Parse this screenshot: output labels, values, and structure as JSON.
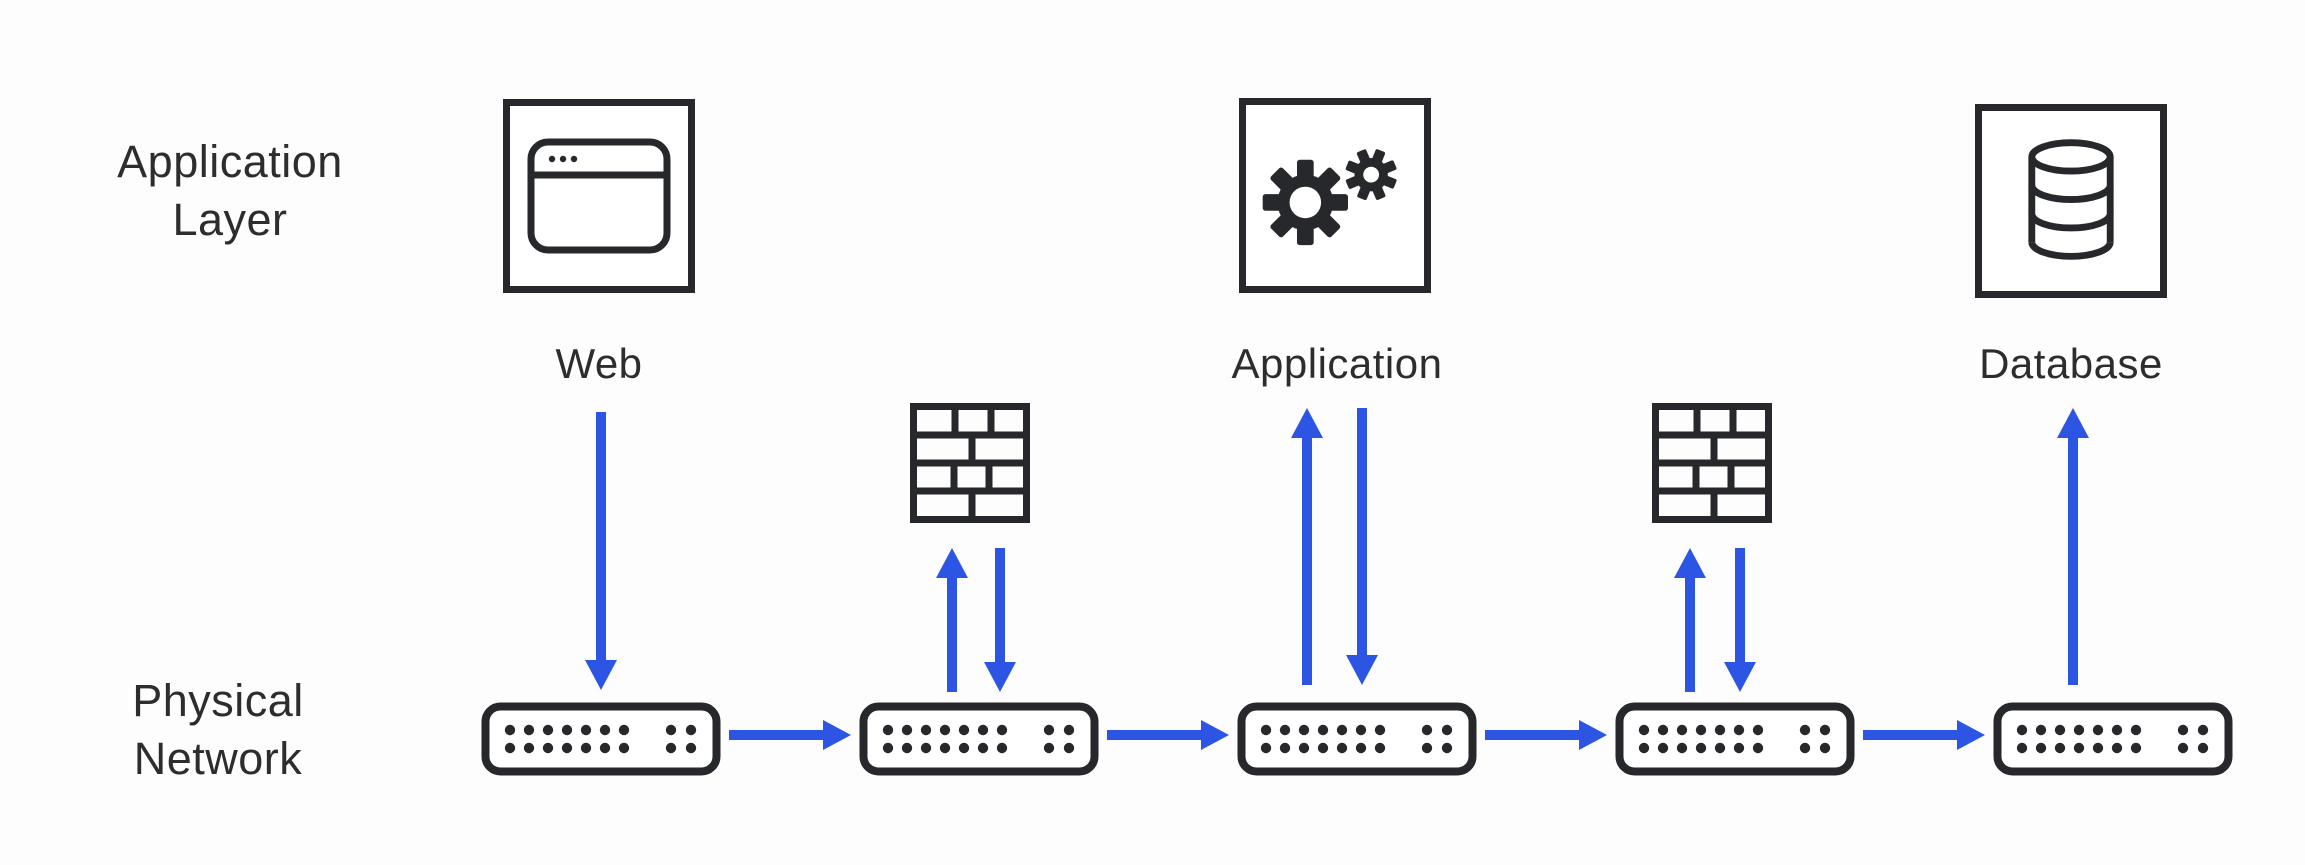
{
  "colors": {
    "background": "#fdfdfd",
    "ink": "#26282b",
    "text": "#2d2d2d",
    "arrow": "#2d55e4"
  },
  "layers": {
    "application_layer_label": "Application\nLayer",
    "physical_network_label": "Physical\nNetwork"
  },
  "application_nodes": [
    {
      "label": "Web",
      "icon": "browser-window-icon"
    },
    {
      "label": "Application",
      "icon": "gears-icon"
    },
    {
      "label": "Database",
      "icon": "database-icon"
    }
  ],
  "physical_network": {
    "switches": [
      {
        "icon": "network-switch-icon"
      },
      {
        "icon": "network-switch-icon"
      },
      {
        "icon": "network-switch-icon"
      },
      {
        "icon": "network-switch-icon"
      },
      {
        "icon": "network-switch-icon"
      }
    ],
    "firewalls": [
      {
        "icon": "firewall-icon"
      },
      {
        "icon": "firewall-icon"
      }
    ]
  },
  "flows": [
    {
      "from": "Web",
      "to": "Switch 1",
      "direction": "down"
    },
    {
      "from": "Switch 1",
      "to": "Switch 2",
      "direction": "right"
    },
    {
      "from": "Switch 2",
      "to": "Firewall 1",
      "direction": "up"
    },
    {
      "from": "Firewall 1",
      "to": "Switch 2",
      "direction": "down"
    },
    {
      "from": "Switch 2",
      "to": "Switch 3",
      "direction": "right"
    },
    {
      "from": "Switch 3",
      "to": "Application",
      "direction": "up"
    },
    {
      "from": "Application",
      "to": "Switch 3",
      "direction": "down"
    },
    {
      "from": "Switch 3",
      "to": "Switch 4",
      "direction": "right"
    },
    {
      "from": "Switch 4",
      "to": "Firewall 2",
      "direction": "up"
    },
    {
      "from": "Firewall 2",
      "to": "Switch 4",
      "direction": "down"
    },
    {
      "from": "Switch 4",
      "to": "Switch 5",
      "direction": "right"
    },
    {
      "from": "Switch 5",
      "to": "Database",
      "direction": "up"
    }
  ]
}
